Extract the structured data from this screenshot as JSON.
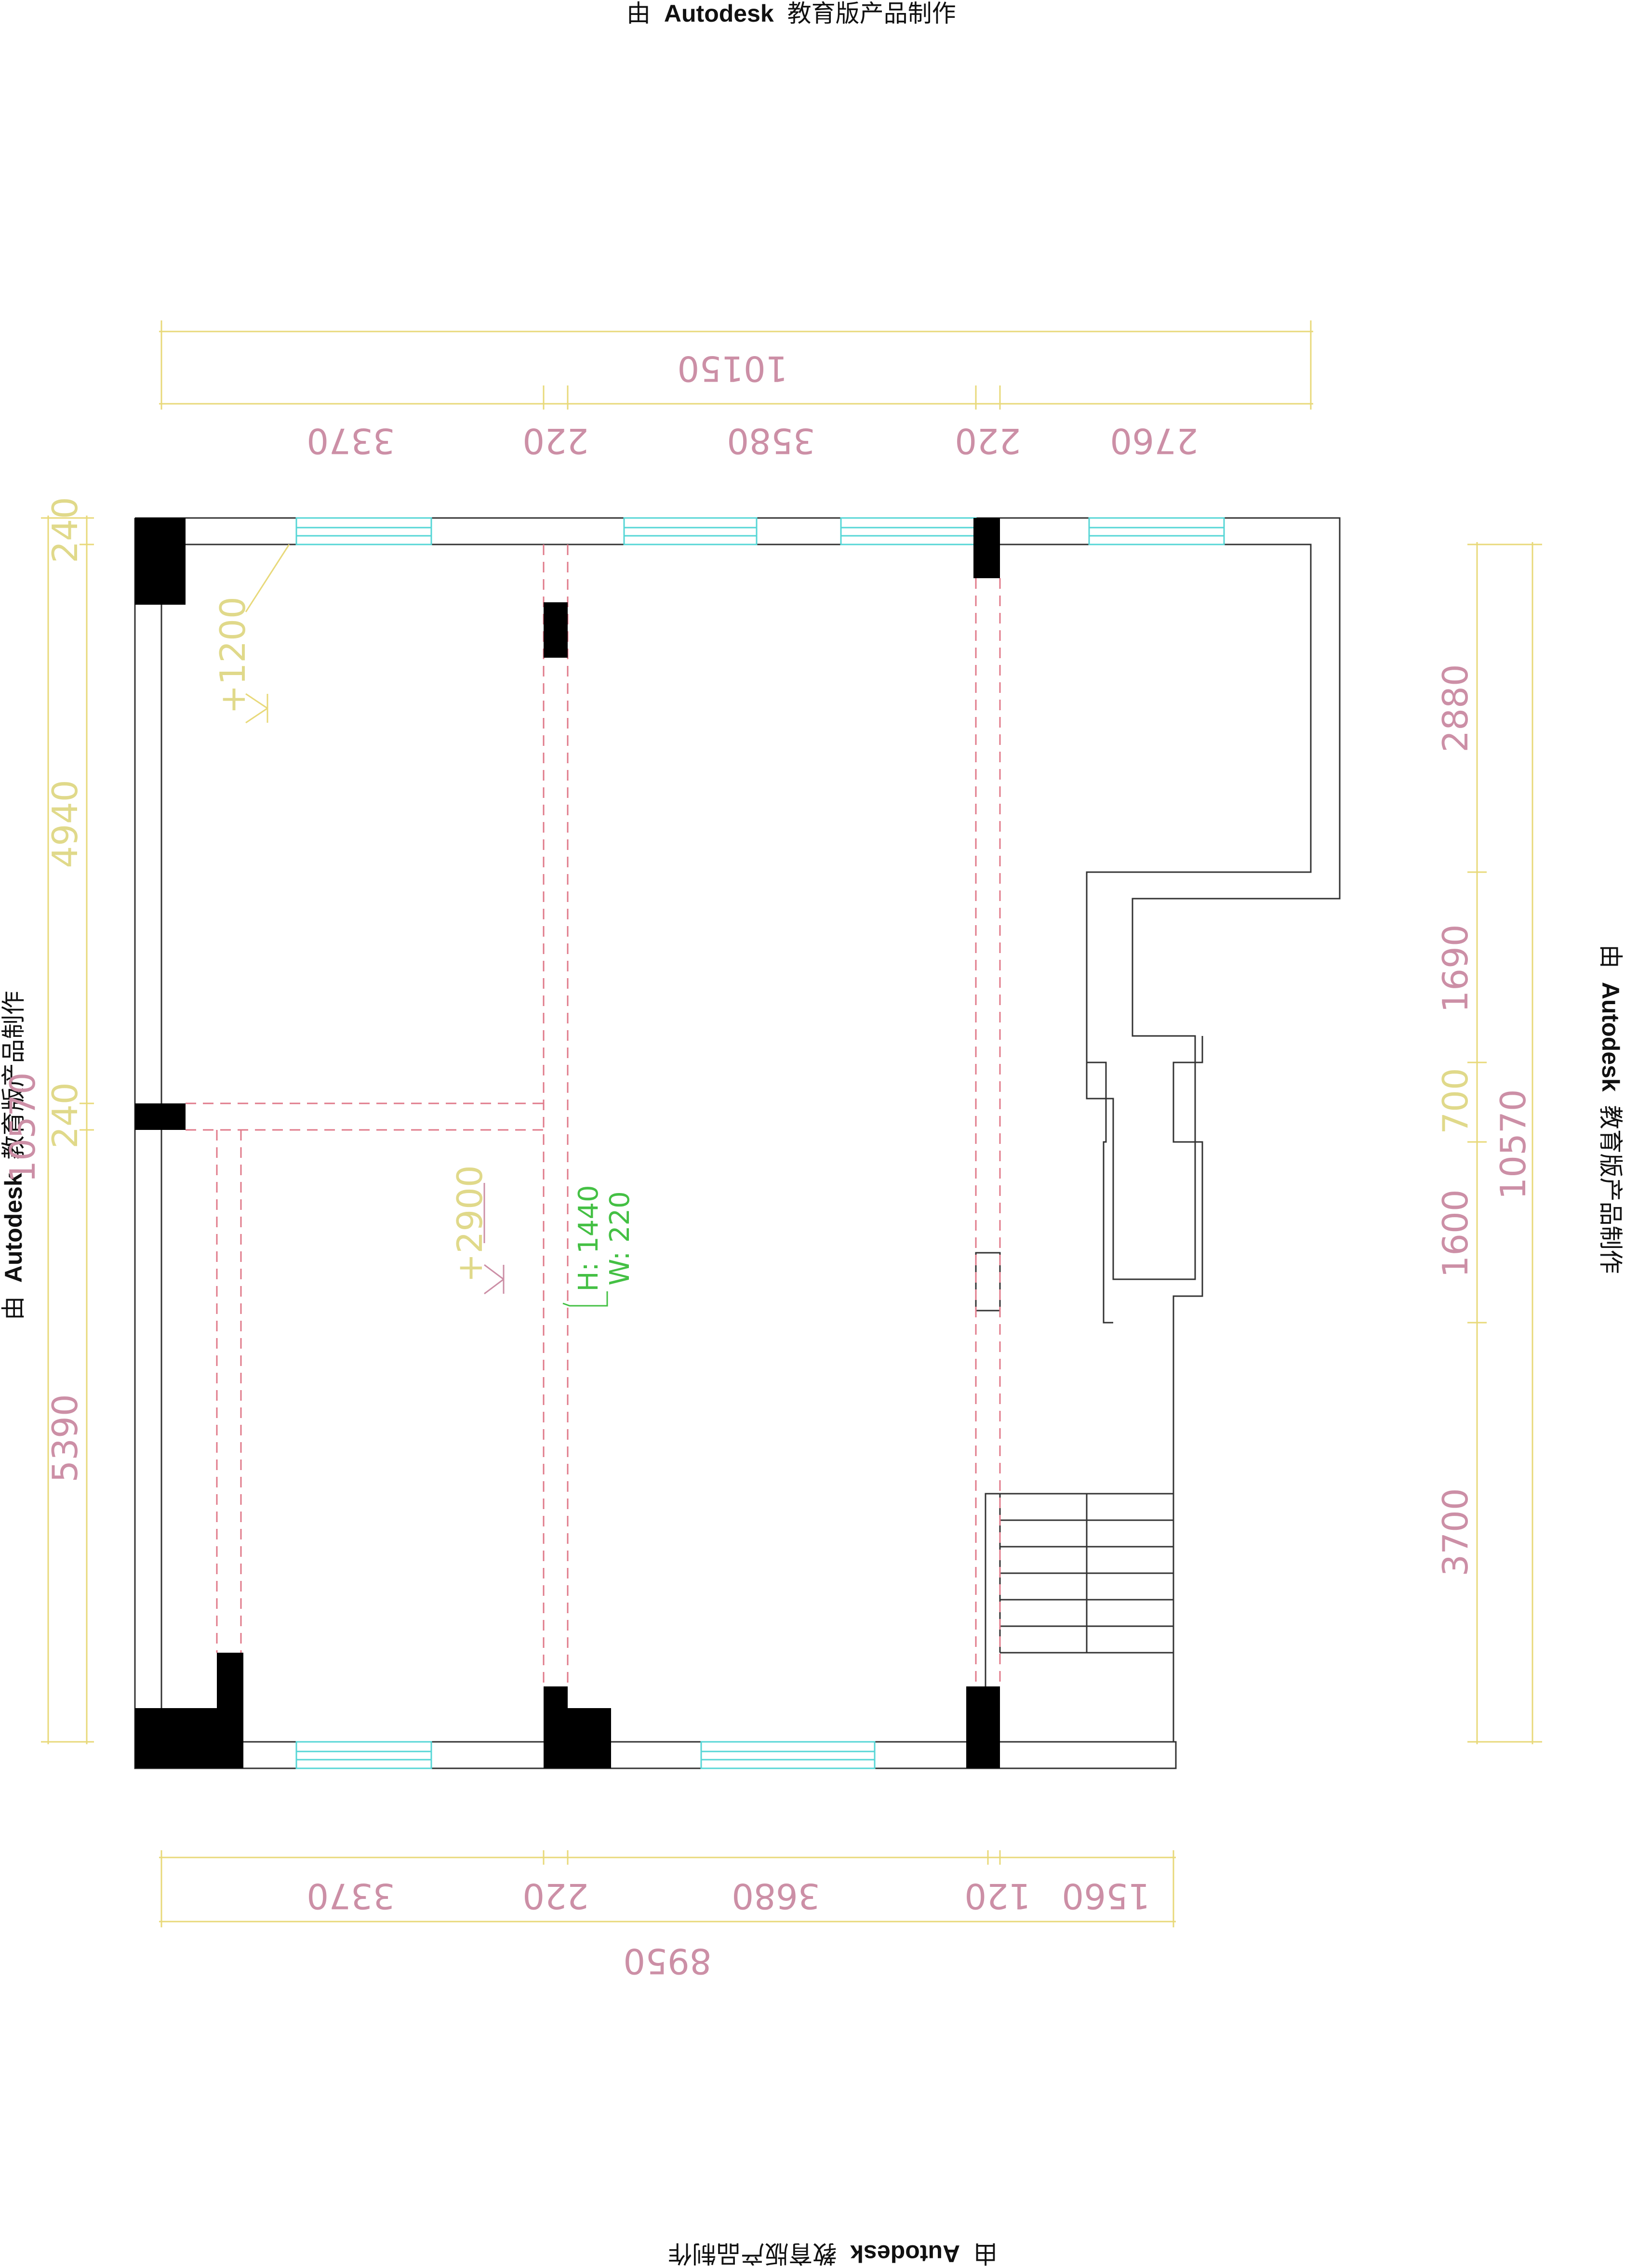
{
  "watermark": {
    "prefix": "由",
    "brand": "Autodesk",
    "suffix": "教育版产品制作"
  },
  "dimensions": {
    "top_total": "10150",
    "top_segments": [
      "3370",
      "220",
      "3580",
      "220",
      "2760"
    ],
    "bottom_segments": [
      "3370",
      "220",
      "3680",
      "1560",
      "120"
    ],
    "bottom_total": "8950",
    "left_segments": [
      "240",
      "4940",
      "240",
      "5390"
    ],
    "left_total": "10570",
    "right_segments": [
      "2880",
      "1690",
      "700",
      "1600",
      "3700"
    ],
    "right_total": "10570"
  },
  "annotations": {
    "level_upper": "+1200",
    "level_lower": "+2900",
    "opening_height": "H: 1440",
    "opening_width": "W: 220"
  },
  "colors": {
    "wall": "#000000",
    "dimension_line": "#e8d97a",
    "dimension_text": "#cc8fa6",
    "window": "#56d6d6",
    "hidden_line": "#e07a8a",
    "annotation_green": "#44c044"
  }
}
